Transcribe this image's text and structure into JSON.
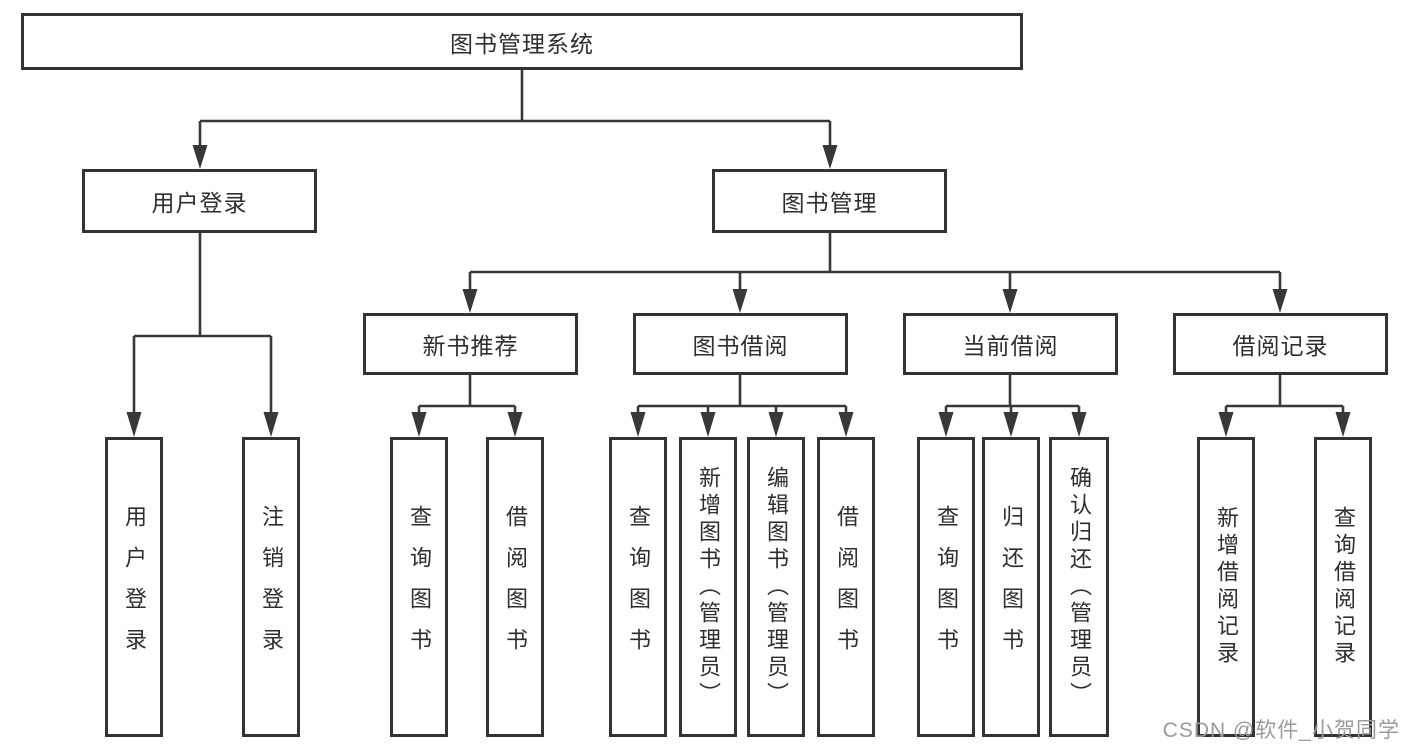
{
  "diagram": {
    "title": "图书管理系统",
    "root": {
      "label": "图书管理系统"
    },
    "branches": [
      {
        "label": "用户登录",
        "children": [
          {
            "label": "用户登录"
          },
          {
            "label": "注销登录"
          }
        ]
      },
      {
        "label": "图书管理",
        "sections": [
          {
            "label": "新书推荐",
            "children": [
              {
                "label": "查询图书"
              },
              {
                "label": "借阅图书"
              }
            ]
          },
          {
            "label": "图书借阅",
            "children": [
              {
                "label": "查询图书"
              },
              {
                "label": "新增图书（管理员）"
              },
              {
                "label": "编辑图书（管理员）"
              },
              {
                "label": "借阅图书"
              }
            ]
          },
          {
            "label": "当前借阅",
            "children": [
              {
                "label": "查询图书"
              },
              {
                "label": "归还图书"
              },
              {
                "label": "确认归还（管理员）"
              }
            ]
          },
          {
            "label": "借阅记录",
            "children": [
              {
                "label": "新增借阅记录"
              },
              {
                "label": "查询借阅记录"
              }
            ]
          }
        ]
      }
    ]
  },
  "watermark": {
    "text": "CSDN @软件_小贺同学"
  },
  "colors": {
    "line": "#383838",
    "box_border": "#333333",
    "text": "#2e2e2e",
    "watermark": "#9a9a9a",
    "background": "#ffffff"
  }
}
